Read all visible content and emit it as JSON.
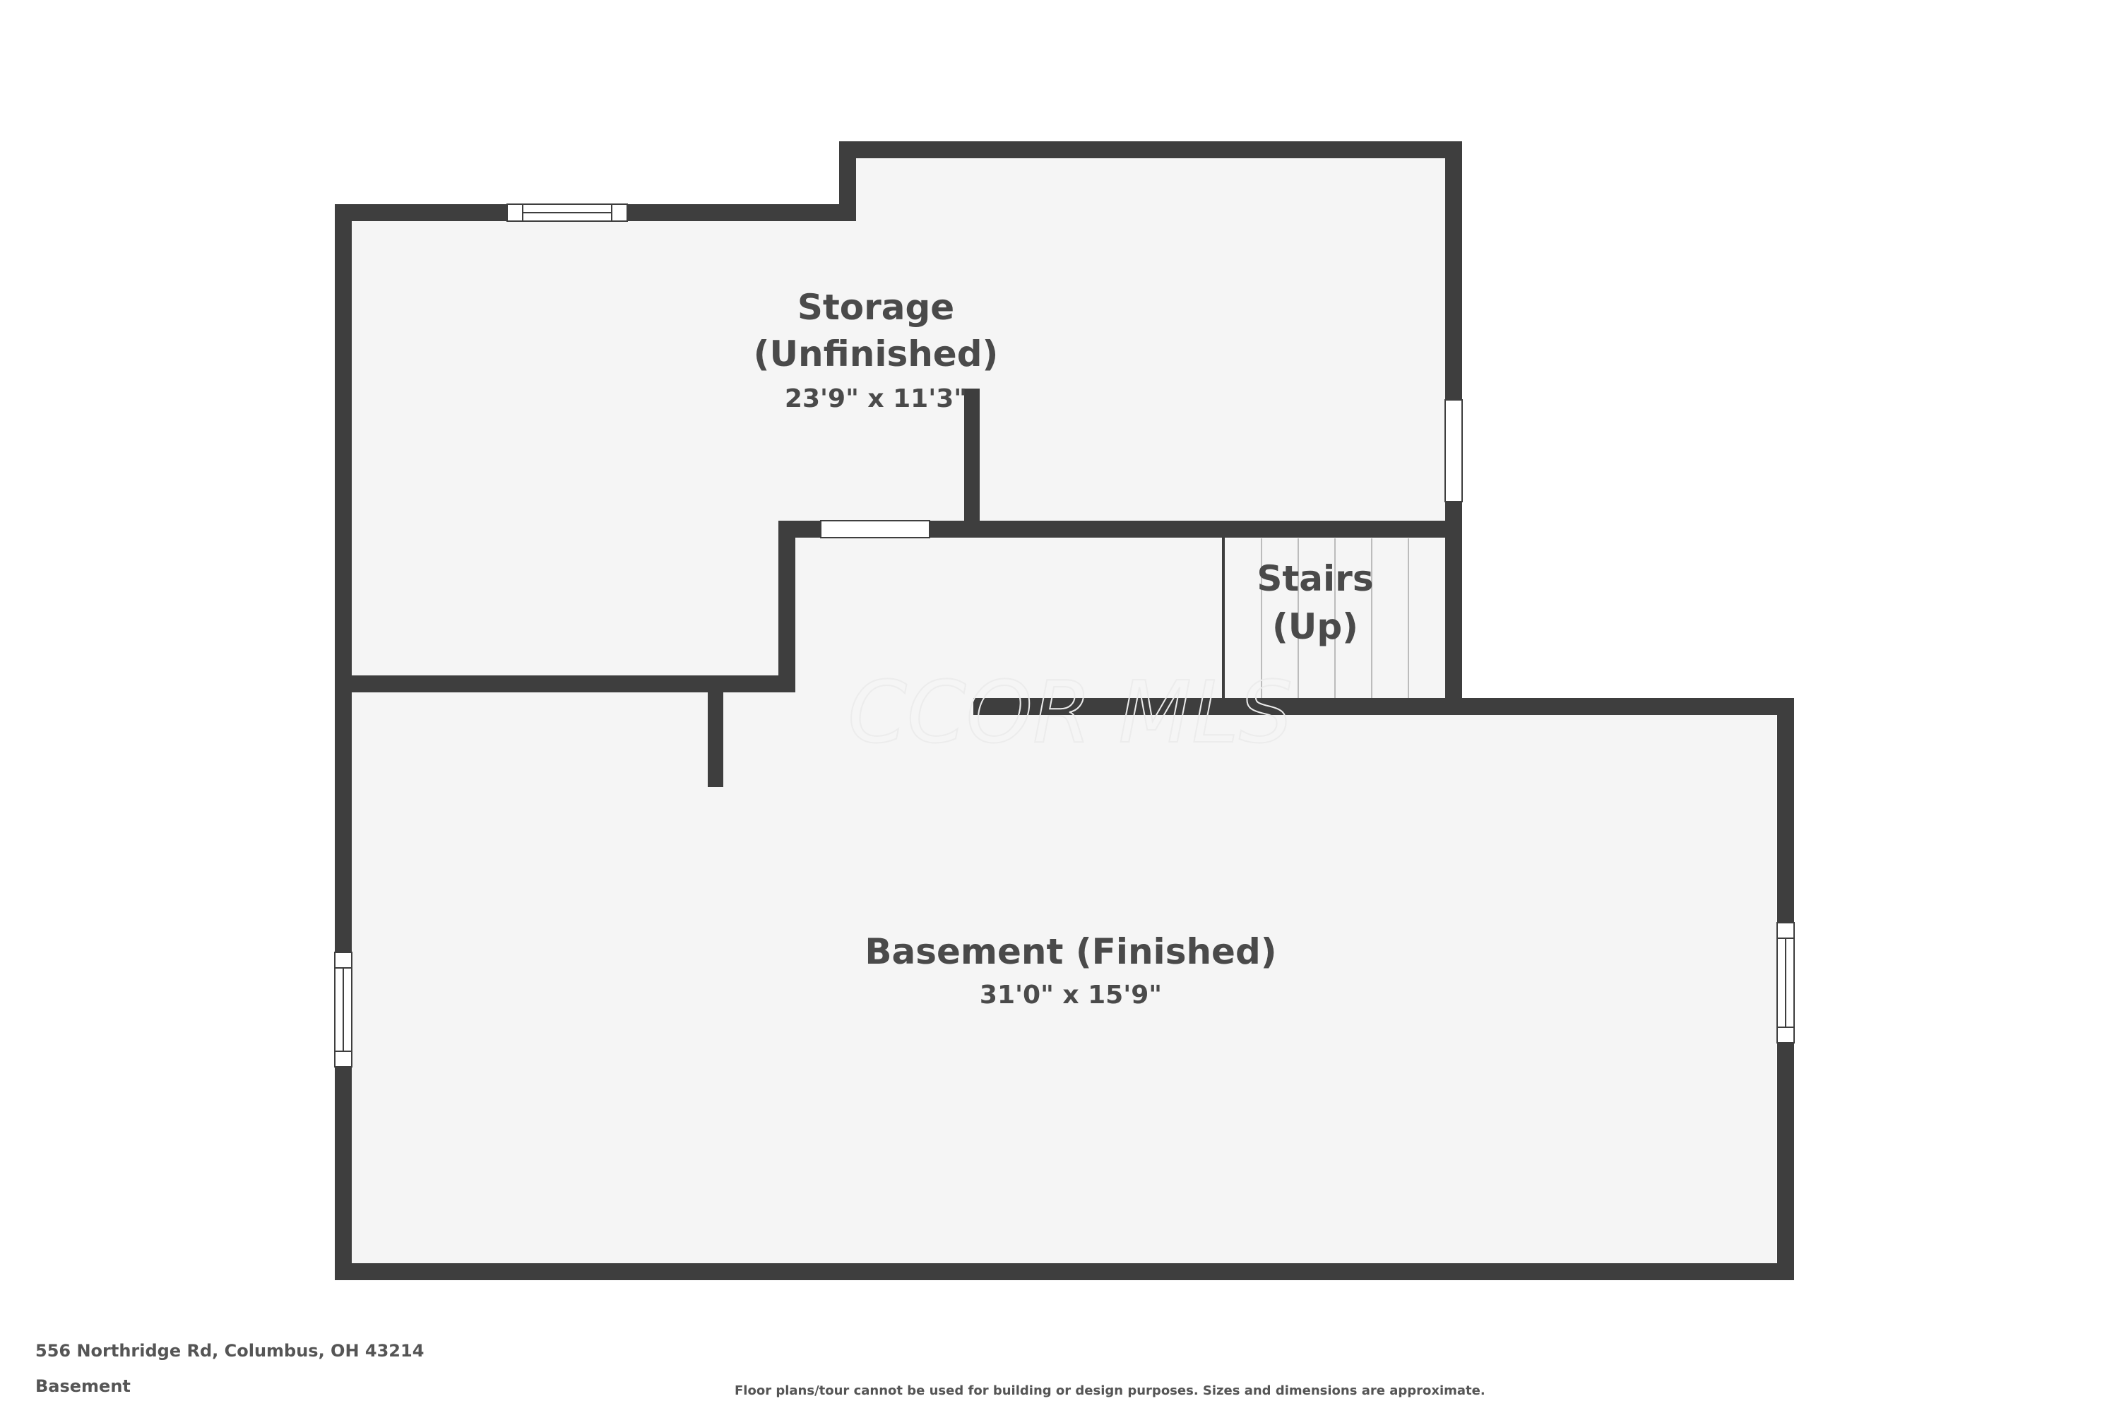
{
  "rooms": {
    "storage": {
      "name_line1": "Storage",
      "name_line2": "(Unfinished)",
      "dimensions": "23'9\" x 11'3\""
    },
    "stairs": {
      "name_line1": "Stairs",
      "name_line2": "(Up)"
    },
    "basement": {
      "name": "Basement (Finished)",
      "dimensions": "31'0\" x 15'9\""
    }
  },
  "watermark": "CCOR MLS",
  "footer": {
    "address": "556 Northridge Rd, Columbus, OH 43214",
    "floor": "Basement",
    "disclaimer": "Floor plans/tour cannot be used for building or design purposes. Sizes and dimensions are approximate."
  },
  "colors": {
    "wall": "#3e3e3e",
    "floor": "#f5f5f5",
    "text": "#4a4a4a"
  }
}
